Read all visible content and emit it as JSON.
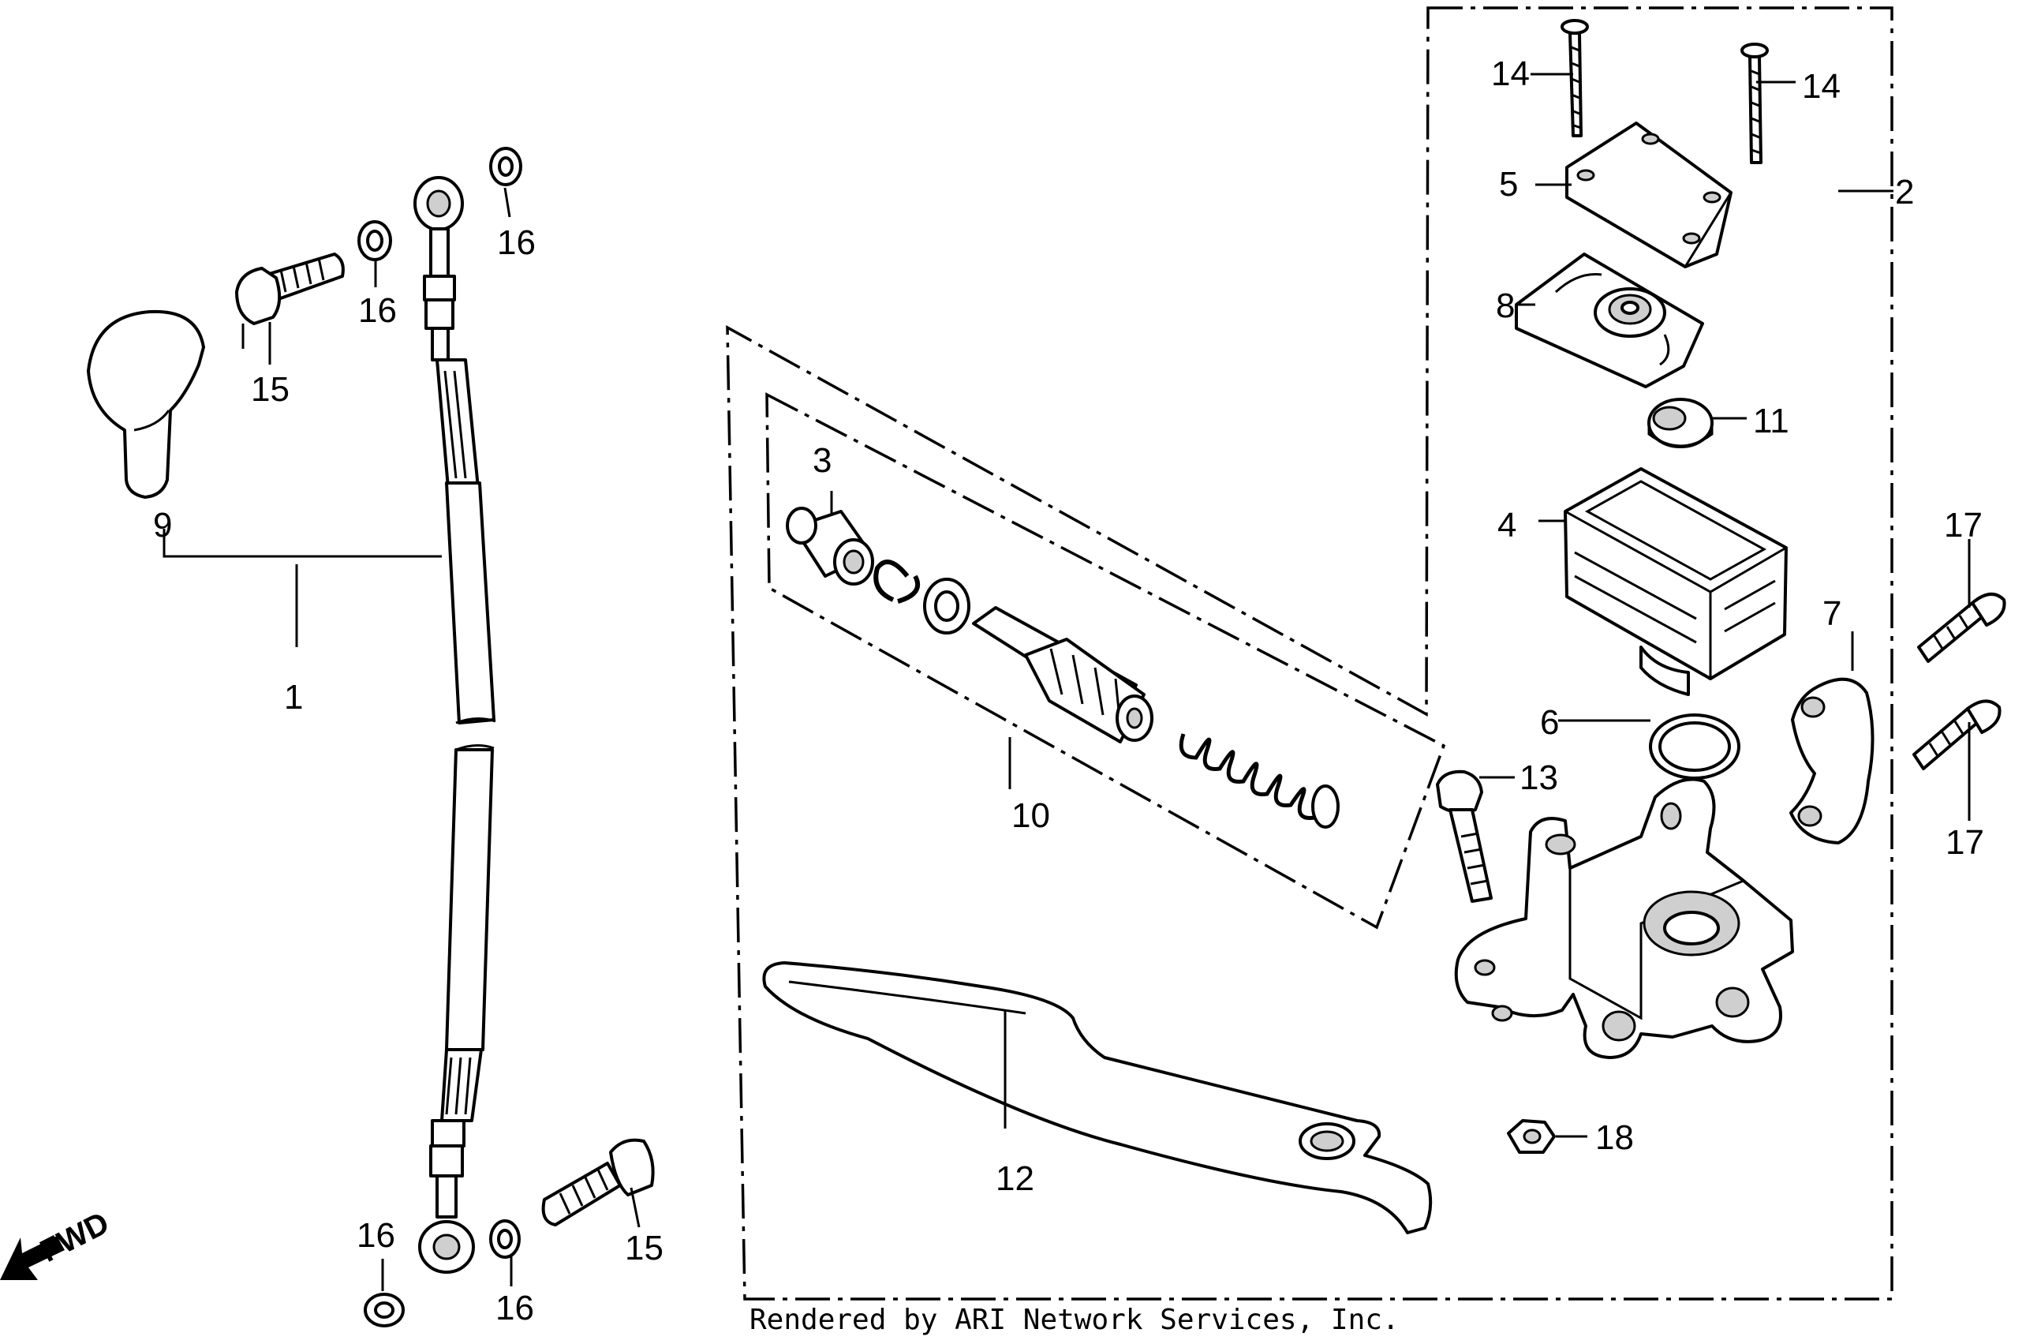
{
  "callouts": {
    "p1": "1",
    "p2": "2",
    "p3": "3",
    "p4": "4",
    "p5": "5",
    "p6": "6",
    "p7": "7",
    "p8": "8",
    "p9": "9",
    "p10": "10",
    "p11": "11",
    "p12": "12",
    "p13": "13",
    "p14a": "14",
    "p14b": "14",
    "p15a": "15",
    "p15b": "15",
    "p16a": "16",
    "p16b": "16",
    "p16c": "16",
    "p16d": "16",
    "p17a": "17",
    "p17b": "17",
    "p18": "18"
  },
  "fwd_label": "FWD",
  "credit": "Rendered by ARI Network Services, Inc."
}
